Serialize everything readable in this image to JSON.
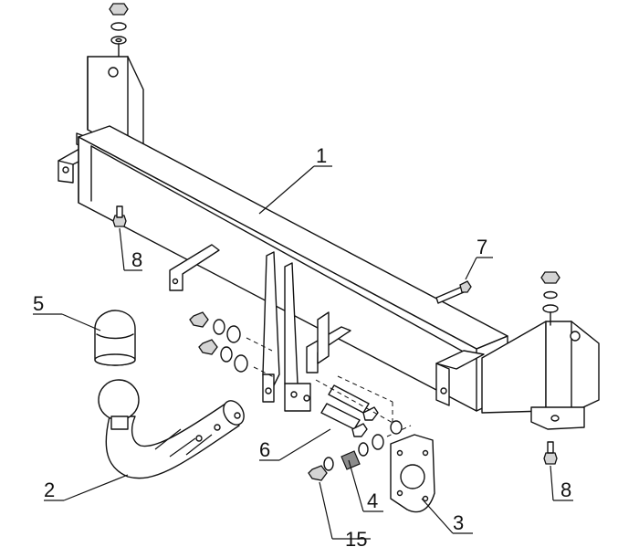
{
  "callouts": {
    "crossbar": "1",
    "ball_neck": "2",
    "socket_plate": "3",
    "spring_washer": "4",
    "ball_cover": "5",
    "main_bolts": "6",
    "socket_bolt": "7",
    "side_bolt_left": "8",
    "side_bolt_right": "8",
    "nut": "15"
  }
}
